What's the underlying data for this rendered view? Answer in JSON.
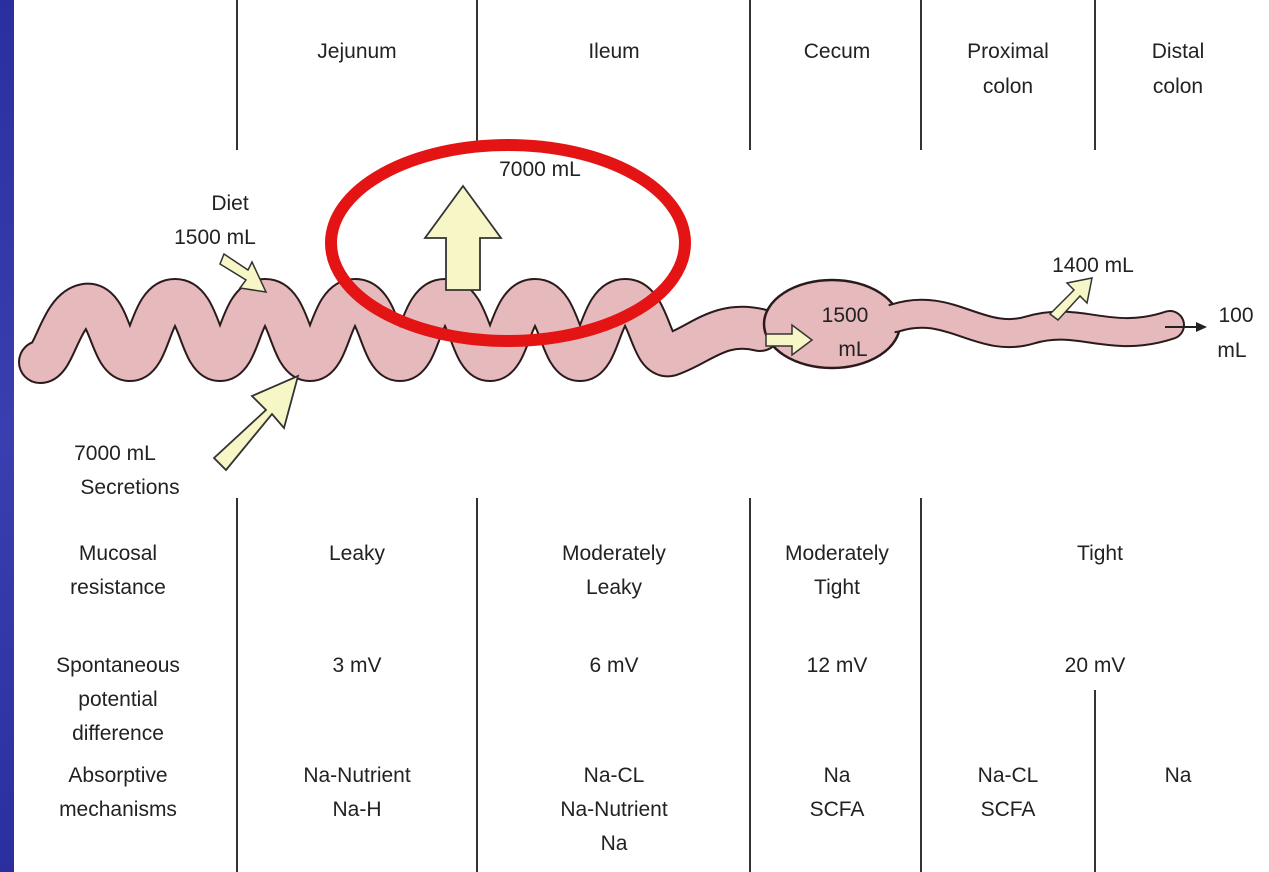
{
  "segments": {
    "jejunum": "Jejunum",
    "ileum": "Ileum",
    "cecum": "Cecum",
    "proximal_colon": [
      "Proximal",
      "colon"
    ],
    "distal_colon": [
      "Distal",
      "colon"
    ]
  },
  "flows": {
    "diet": [
      "Diet",
      "1500 mL"
    ],
    "secretions": [
      "7000 mL",
      "Secretions"
    ],
    "absorbed_small_intestine": "7000 mL",
    "entering_colon": [
      "1500",
      "mL"
    ],
    "absorbed_colon": "1400 mL",
    "excreted": [
      "100",
      "mL"
    ]
  },
  "rows": {
    "mucosal_resistance": {
      "label": [
        "Mucosal",
        "resistance"
      ],
      "jejunum": "Leaky",
      "ileum": [
        "Moderately",
        "Leaky"
      ],
      "cecum": [
        "Moderately",
        "Tight"
      ],
      "colon": "Tight"
    },
    "potential_difference": {
      "label": [
        "Spontaneous",
        "potential",
        "difference"
      ],
      "jejunum": "3 mV",
      "ileum": "6 mV",
      "cecum": "12 mV",
      "colon": "20 mV"
    },
    "absorptive_mechanisms": {
      "label": [
        "Absorptive",
        "mechanisms"
      ],
      "jejunum": [
        "Na-Nutrient",
        "Na-H"
      ],
      "ileum": [
        "Na-CL",
        "Na-Nutrient",
        "Na"
      ],
      "cecum": [
        "Na",
        "SCFA"
      ],
      "proximal_colon": [
        "Na-CL",
        "SCFA"
      ],
      "distal_colon": "Na"
    }
  },
  "colors": {
    "gut_fill": "#e6b9bc",
    "gut_stroke": "#2a1a1c",
    "arrow_fill": "#f7f6c6",
    "highlight_circle": "#e41414",
    "slide_border": "#2a2f9a"
  }
}
